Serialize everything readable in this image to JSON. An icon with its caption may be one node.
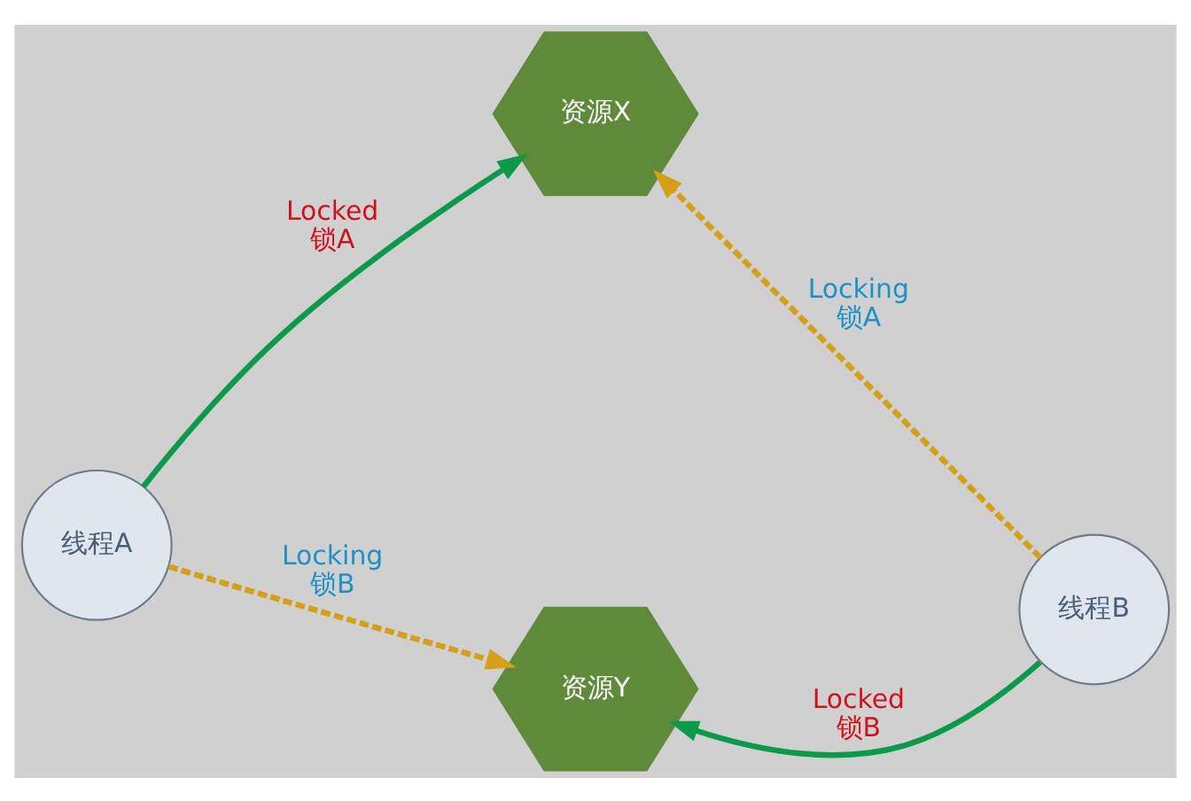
{
  "diagram": {
    "nodes": [
      {
        "text": [
          "资源X"
        ]
      },
      {
        "text": [
          "线程A"
        ]
      },
      {
        "text": [
          "线程B"
        ]
      },
      {
        "text": [
          "资源Y"
        ]
      }
    ],
    "edges": [
      {
        "from": 1,
        "to": 0,
        "arrow": "to",
        "label": "Locked 锁A",
        "color": "#0a9a4a"
      },
      {
        "from": 2,
        "to": 0,
        "arrow": "to",
        "label": "Locking 锁A",
        "style": "dashed",
        "color": "#d4a017"
      },
      {
        "from": 1,
        "to": 3,
        "arrow": "to",
        "label": "Locking 锁B",
        "style": "dashed",
        "color": "#d4a017"
      },
      {
        "from": 2,
        "to": 3,
        "arrow": "to",
        "label": "Locked 锁B",
        "color": "#0a9a4a"
      }
    ]
  }
}
